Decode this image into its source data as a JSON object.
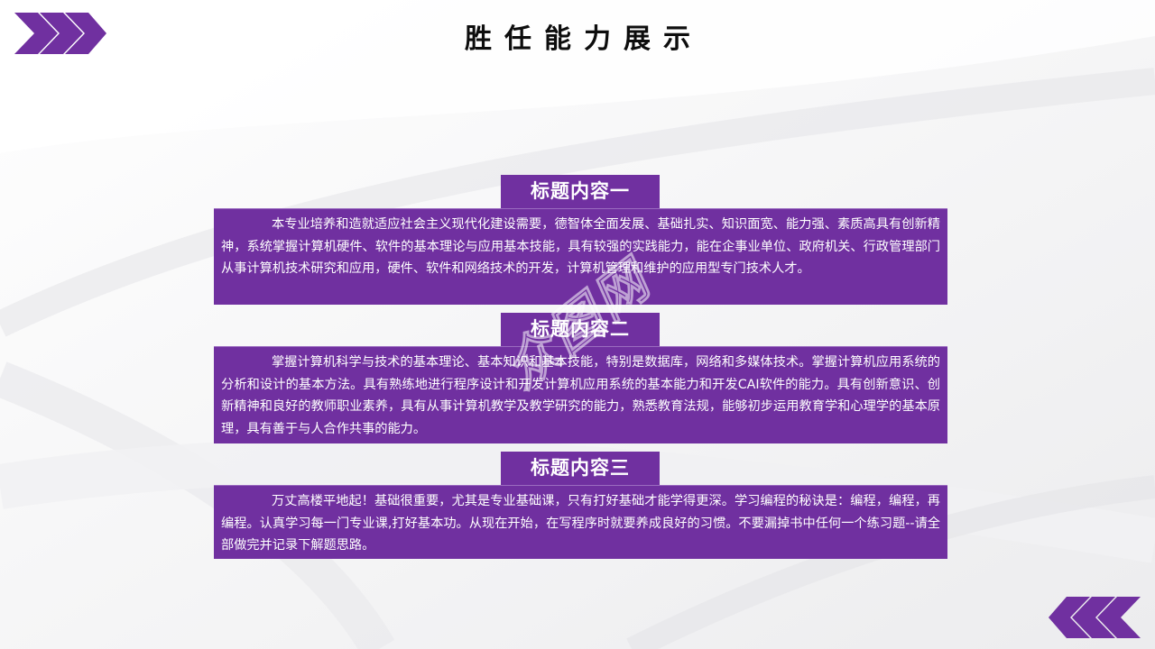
{
  "slide": {
    "title": "胜任能力展示",
    "accent_color": "#7030a0",
    "background_color": "#f7f7f8"
  },
  "decorations": {
    "top_left_icon": "chevrons-right-icon",
    "bottom_right_icon": "chevrons-left-icon",
    "watermark_text": "众图网"
  },
  "sections": [
    {
      "heading": "标题内容一",
      "body": "本专业培养和造就适应社会主义现代化建设需要，德智体全面发展、基础扎实、知识面宽、能力强、素质高具有创新精神，系统掌握计算机硬件、软件的基本理论与应用基本技能，具有较强的实践能力，能在企事业单位、政府机关、行政管理部门从事计算机技术研究和应用，硬件、软件和网络技术的开发，计算机管理和维护的应用型专门技术人才。"
    },
    {
      "heading": "标题内容二",
      "body": "掌握计算机科学与技术的基本理论、基本知识和基本技能，特别是数据库，网络和多媒体技术。掌握计算机应用系统的分析和设计的基本方法。具有熟练地进行程序设计和开发计算机应用系统的基本能力和开发CAI软件的能力。具有创新意识、创新精神和良好的教师职业素养，具有从事计算机教学及教学研究的能力，熟悉教育法规，能够初步运用教育学和心理学的基本原理，具有善于与人合作共事的能力。"
    },
    {
      "heading": "标题内容三",
      "body": "万丈高楼平地起！基础很重要，尤其是专业基础课，只有打好基础才能学得更深。学习编程的秘诀是：编程，编程，再编程。认真学习每一门专业课,打好基本功。从现在开始，在写程序时就要养成良好的习惯。不要漏掉书中任何一个练习题--请全部做完并记录下解题思路。"
    }
  ]
}
